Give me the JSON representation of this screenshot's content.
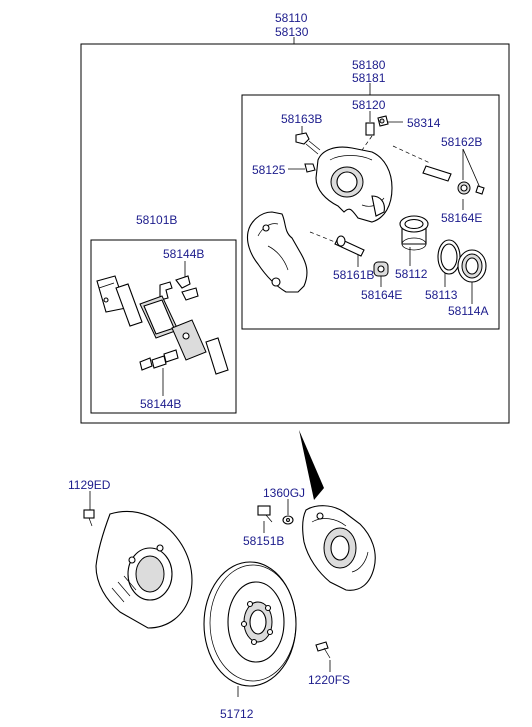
{
  "labels": {
    "assy_1": "58110",
    "assy_2": "58130",
    "caliper_1": "58180",
    "caliper_2": "58181",
    "bleeder_top": "58120",
    "bleeder_screw": "58163B",
    "bleeder_cap": "58314",
    "guide_pin_top": "58162B",
    "bolt_left": "58125",
    "boot_right": "58164E",
    "pad_kit": "58101B",
    "spring_top": "58144B",
    "spring_bottom": "58144B",
    "guide_pin_bottom": "58161B",
    "boot_bottom": "58164E",
    "piston": "58112",
    "piston_seal": "58113",
    "piston_boot": "58114A",
    "shield_bolt": "1129ED",
    "washer": "1360GJ",
    "mount_bolt": "58151B",
    "disc": "51712",
    "disc_screw": "1220FS"
  }
}
